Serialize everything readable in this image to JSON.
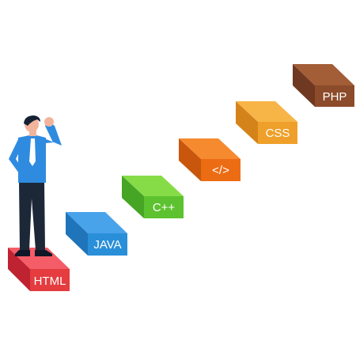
{
  "illustration": {
    "blocks": [
      {
        "id": "html",
        "label": "HTML",
        "colors": {
          "top": "#f45d67",
          "front": "#e43c3f",
          "side": "#bf2231"
        }
      },
      {
        "id": "java",
        "label": "JAVA",
        "colors": {
          "top": "#49a3ea",
          "front": "#2a8fd9",
          "side": "#1f74ba"
        }
      },
      {
        "id": "cpp",
        "label": "C++",
        "colors": {
          "top": "#86dc47",
          "front": "#5dc22f",
          "side": "#46a524"
        }
      },
      {
        "id": "code",
        "label": "</>",
        "colors": {
          "top": "#f58a2f",
          "front": "#ec6c14",
          "side": "#c9560d"
        }
      },
      {
        "id": "css",
        "label": "CSS",
        "colors": {
          "top": "#f7b548",
          "front": "#efa02a",
          "side": "#d4831a"
        }
      },
      {
        "id": "php",
        "label": "PHP",
        "colors": {
          "top": "#a35d37",
          "front": "#8c4b2a",
          "side": "#6f3820"
        }
      }
    ],
    "person": {
      "icon": "thinking-person-icon",
      "colors": {
        "shirt": "#2f8be0",
        "pants": "#1c2838",
        "skin": "#f3b49c",
        "hair": "#162234",
        "tie": "#ffffff",
        "shoes": "#101828"
      }
    }
  }
}
